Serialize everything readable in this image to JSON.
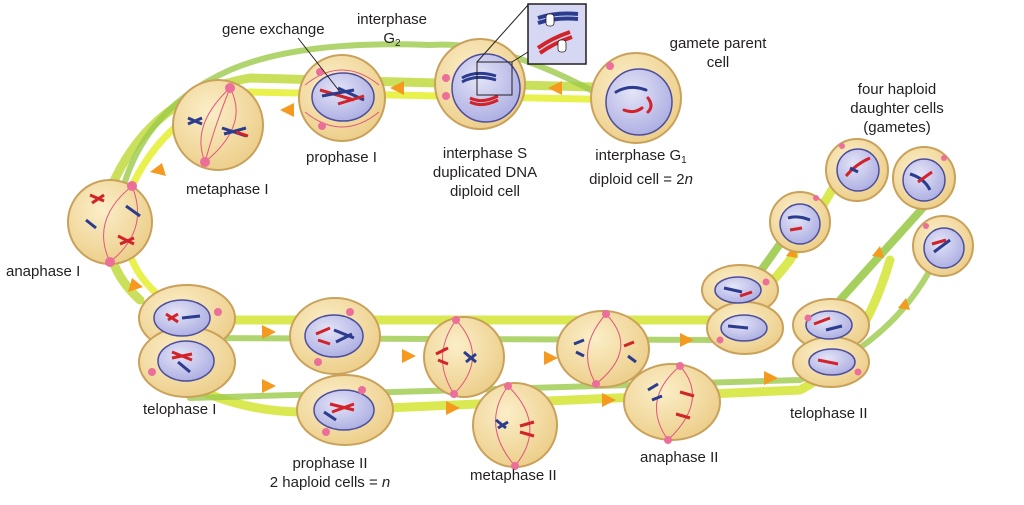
{
  "diagram": {
    "title": "",
    "labels": {
      "gamete_parent": [
        "gamete parent",
        "cell"
      ],
      "interphase_g1": {
        "line1_main": "interphase G",
        "line1_sub": "1",
        "line2_main": "diploid cell = 2",
        "line2_var": "n"
      },
      "interphase_s": [
        "interphase S",
        "duplicated DNA",
        "diploid cell"
      ],
      "interphase_g2": {
        "main": "interphase",
        "g": "G",
        "sub": "2"
      },
      "gene_exchange": "gene exchange",
      "prophase_1": "prophase I",
      "metaphase_1": "metaphase I",
      "anaphase_1": "anaphase I",
      "telophase_1": "telophase I",
      "prophase_2": {
        "line1": "prophase II",
        "line2_main": "2 haploid cells = ",
        "line2_var": "n"
      },
      "metaphase_2": "metaphase II",
      "anaphase_2": "anaphase II",
      "telophase_2": "telophase II",
      "four_haploid": [
        "four haploid",
        "daughter cells",
        "(gametes)"
      ]
    },
    "colors": {
      "cell_fill": "#f2d89e",
      "cell_edge": "#c9a15a",
      "nucleus_fill": "#b7b8e8",
      "nucleus_edge": "#4c4d9c",
      "chrom_red": "#d2232a",
      "chrom_blue": "#2b3c8f",
      "spindle": "#e0587a",
      "track_yellow": "#e7ef3a",
      "track_green": "#8fc64a",
      "arrow_orange": "#f59a1e",
      "centrosome": "#ec6f9a"
    }
  }
}
